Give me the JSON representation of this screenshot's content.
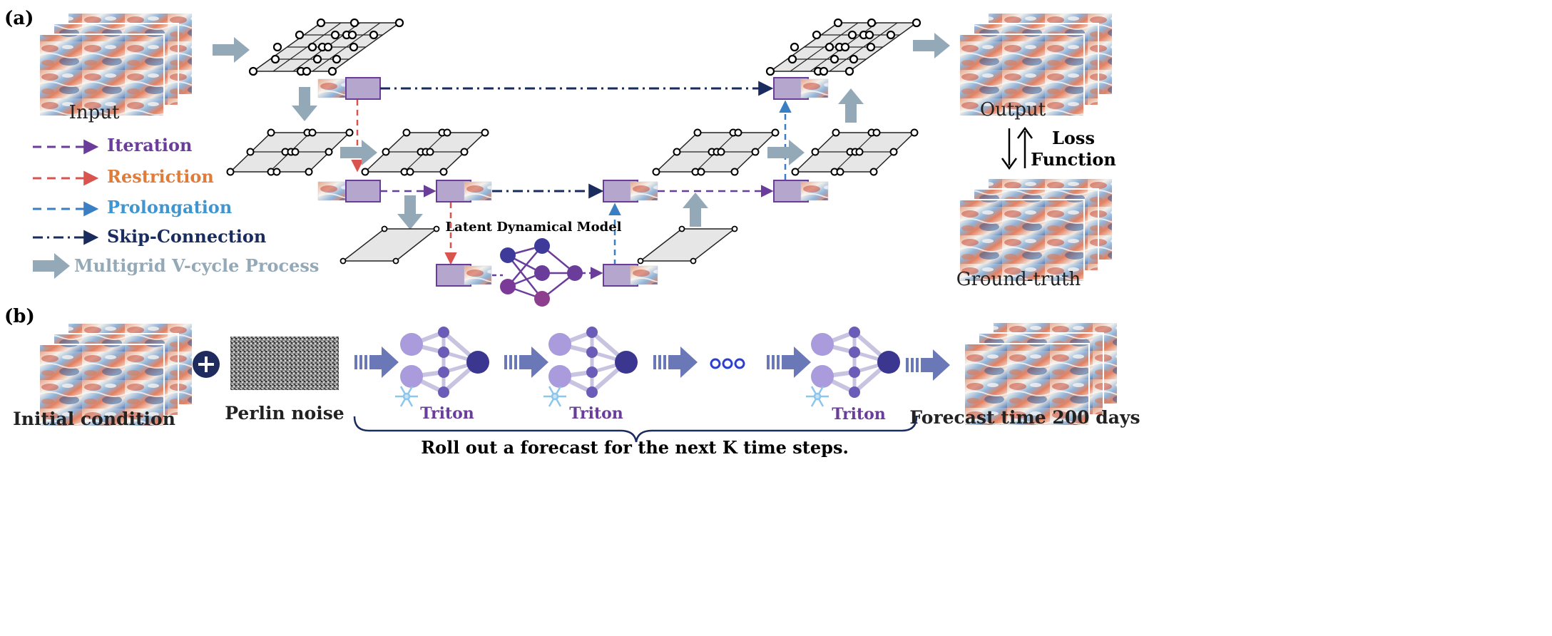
{
  "panel_a": {
    "tag": "(a)",
    "input_label": "Input",
    "output_label": "Output",
    "ground_truth_label": "Ground-truth",
    "loss_line1": "Loss",
    "loss_line2": "Function",
    "latent_label": "Latent Dynamical Model"
  },
  "legend": {
    "iteration": "Iteration",
    "restriction": "Restriction",
    "prolongation": "Prolongation",
    "skip": "Skip-Connection",
    "vcycle": "Multigrid V-cycle Process"
  },
  "panel_b": {
    "tag": "(b)",
    "initial_label": "Initial condition",
    "noise_label": "Perlin noise",
    "triton_1": "Triton",
    "triton_2": "Triton",
    "triton_3": "Triton",
    "forecast_label": "Forecast time 200 days",
    "rollout_label": "Roll out a forecast for the next K time steps."
  },
  "colors": {
    "iteration": "#6a3d9a",
    "restriction": "#d9534f",
    "restriction_text": "#e07b39",
    "prolongation": "#3a7fc4",
    "prolongation_text": "#3f95d0",
    "skip": "#1a2b5e",
    "vcycle": "#93a9b8",
    "triton": "#6a3d9a",
    "plus_circle": "#1f2a5e"
  }
}
